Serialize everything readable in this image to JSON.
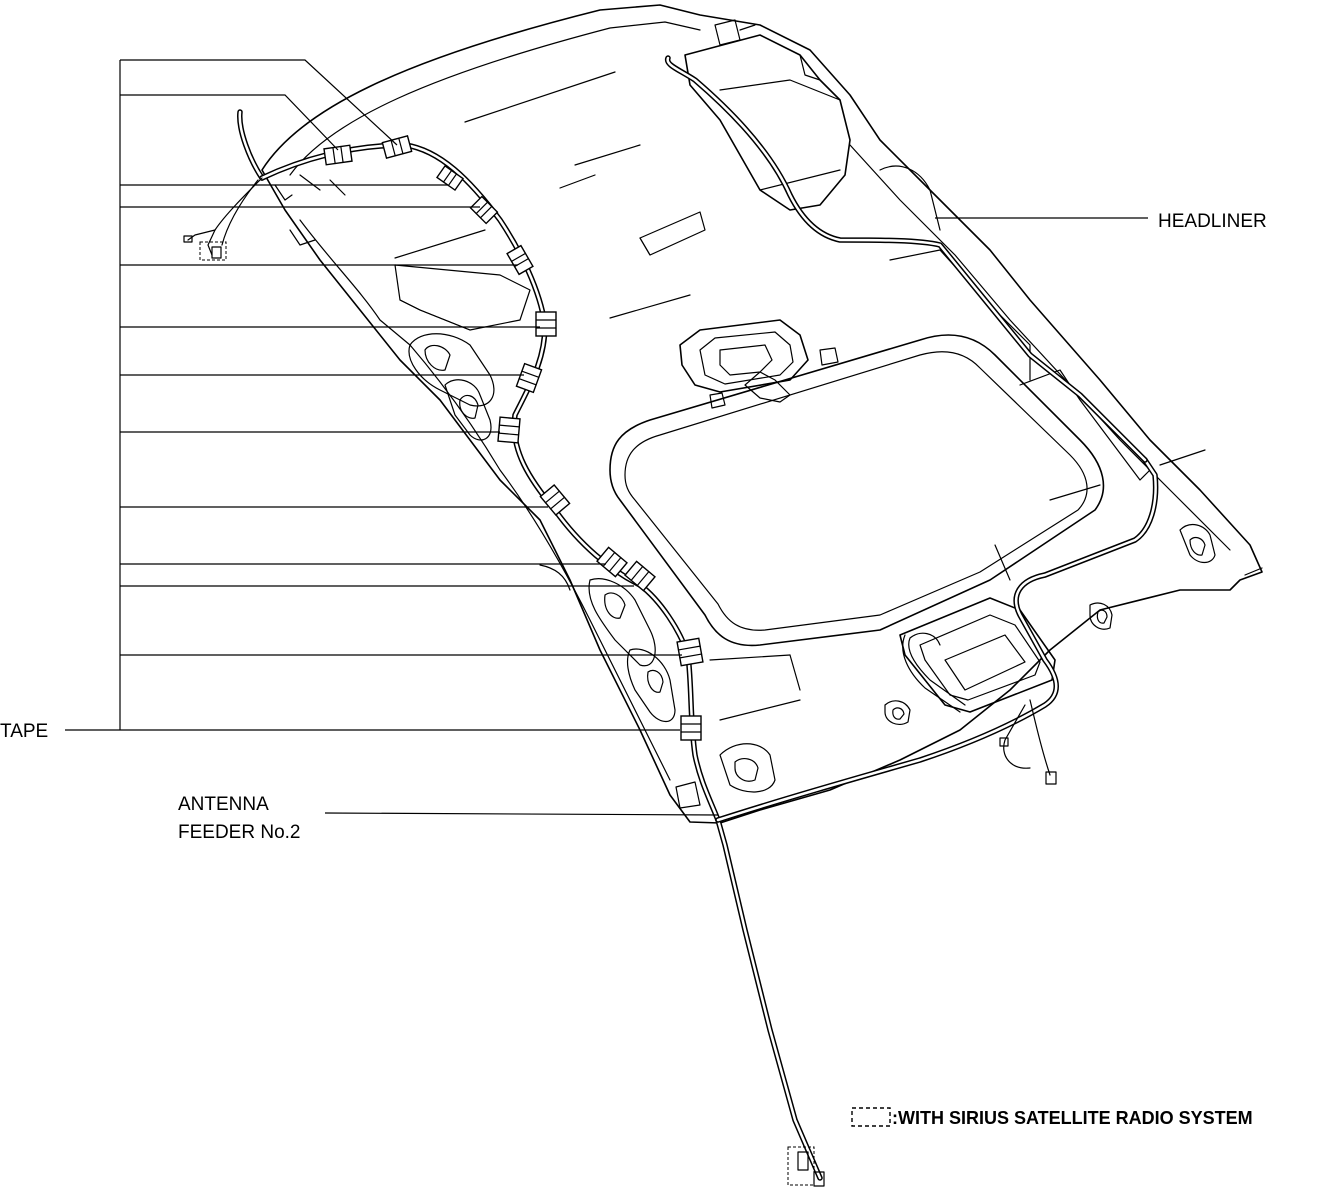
{
  "labels": {
    "headliner": "HEADLINER",
    "tape": "TAPE",
    "antenna_line1": "ANTENNA",
    "antenna_line2": "FEEDER No.2"
  },
  "legend": {
    "text": ":WITH SIRIUS SATELLITE RADIO SYSTEM"
  }
}
